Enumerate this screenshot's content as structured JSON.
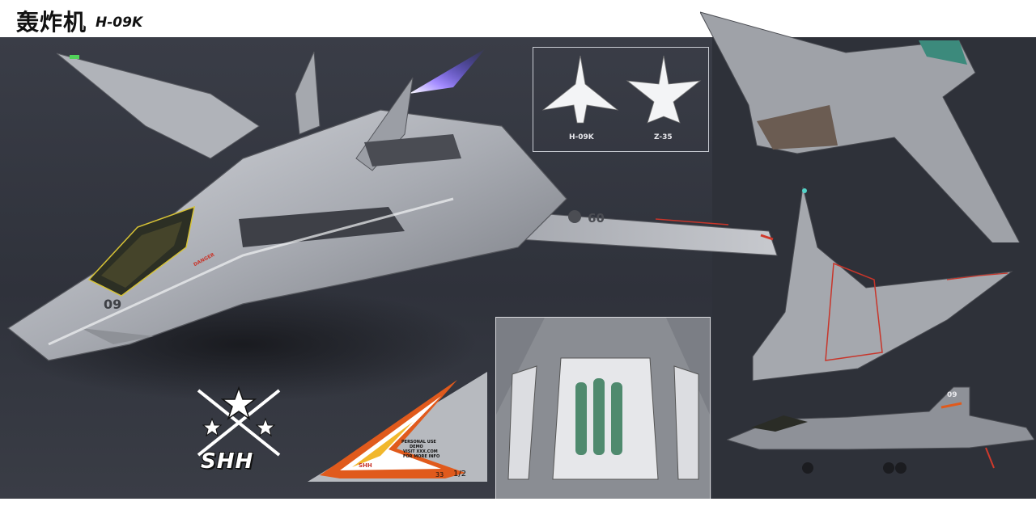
{
  "title": {
    "main": "轰炸机",
    "code": "H-09K"
  },
  "reference_views": {
    "left_label": "H-09K",
    "right_label": "Z-35"
  },
  "markings": {
    "wing_number": "09",
    "nose_number": "09",
    "tail_number": "09",
    "warning": "DANGER"
  },
  "logo": {
    "text": "SHH"
  },
  "decal": {
    "logo_text": "SHH",
    "lines": [
      "PERSONAL USE",
      "DEMO",
      "VISIT XXX.COM",
      "FOR MORE INFO"
    ],
    "number": "33",
    "fraction": "1/2"
  },
  "colors": {
    "background": "#2f323b",
    "airframe": "#b9bcc2",
    "accent": "#e05a1c",
    "engine_glow": "#7b6bff"
  }
}
